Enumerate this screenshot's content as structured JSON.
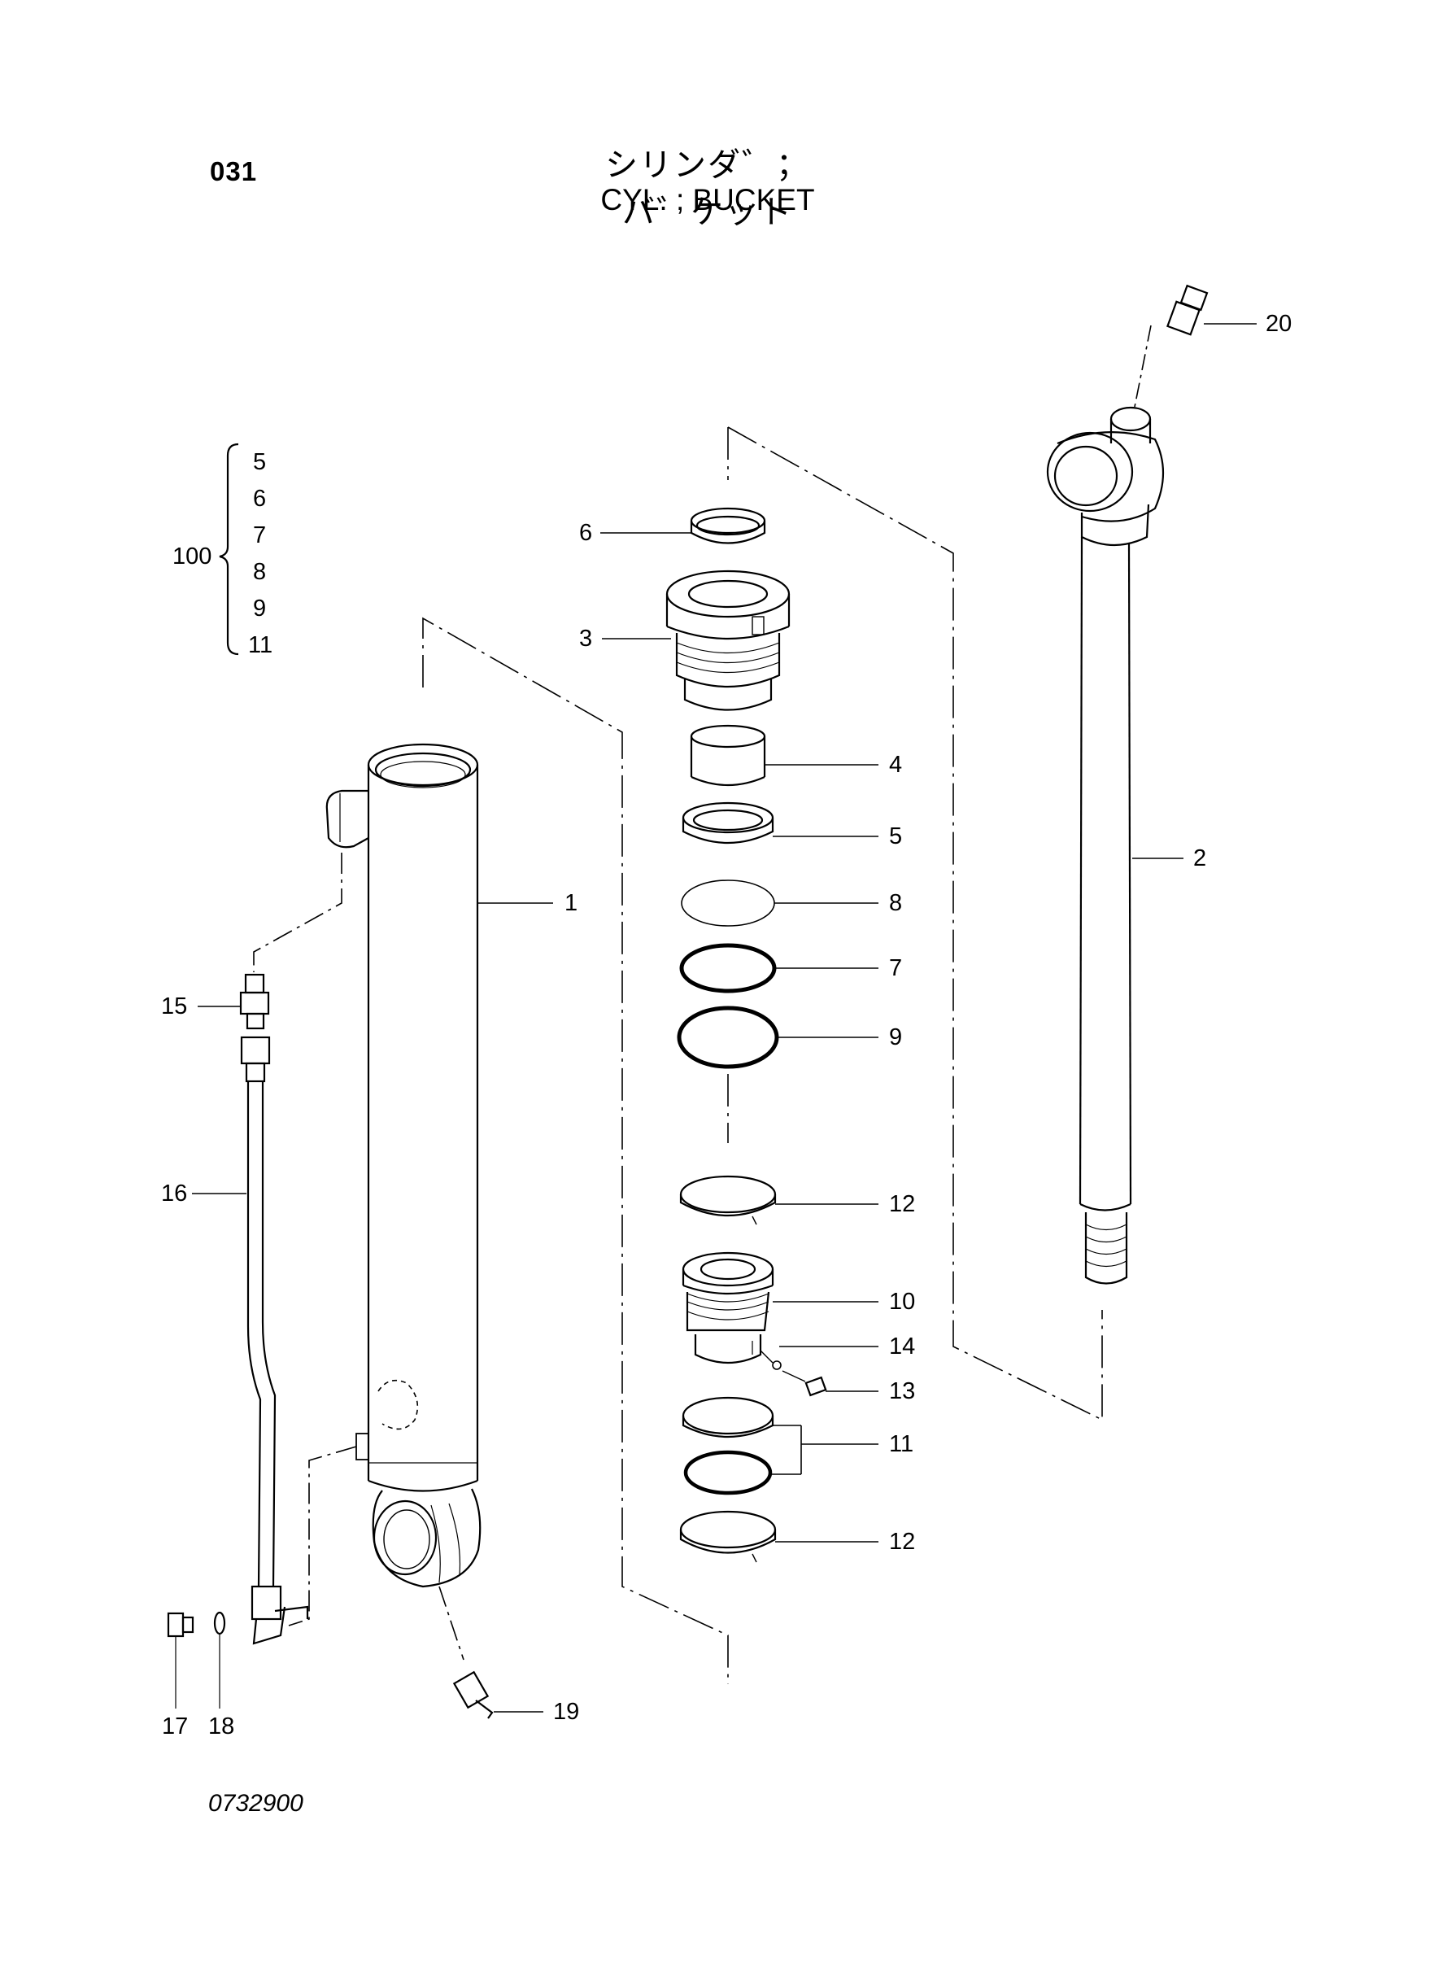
{
  "header": {
    "page_number": "031",
    "title_ja": "シリンダ゛；バ゛ケット",
    "title_en": "CYL. ; BUCKET"
  },
  "drawing_number": "0732900",
  "kit": {
    "number": "100",
    "members": [
      "5",
      "6",
      "7",
      "8",
      "9",
      "11"
    ]
  },
  "callouts": [
    {
      "id": "1",
      "part": "cylinder-tube"
    },
    {
      "id": "2",
      "part": "piston-rod"
    },
    {
      "id": "3",
      "part": "cylinder-head"
    },
    {
      "id": "4",
      "part": "bushing"
    },
    {
      "id": "5",
      "part": "seal"
    },
    {
      "id": "6",
      "part": "dust-seal"
    },
    {
      "id": "7",
      "part": "o-ring"
    },
    {
      "id": "8",
      "part": "backup-ring"
    },
    {
      "id": "9",
      "part": "o-ring"
    },
    {
      "id": "10",
      "part": "piston"
    },
    {
      "id": "11",
      "part": "seal-kit"
    },
    {
      "id": "12",
      "part": "wear-ring"
    },
    {
      "id": "13",
      "part": "set-screw"
    },
    {
      "id": "14",
      "part": "steel-ball"
    },
    {
      "id": "15",
      "part": "adapter"
    },
    {
      "id": "16",
      "part": "pipe"
    },
    {
      "id": "17",
      "part": "plug"
    },
    {
      "id": "18",
      "part": "o-ring"
    },
    {
      "id": "19",
      "part": "grease-fitting"
    },
    {
      "id": "20",
      "part": "grease-fitting"
    }
  ]
}
